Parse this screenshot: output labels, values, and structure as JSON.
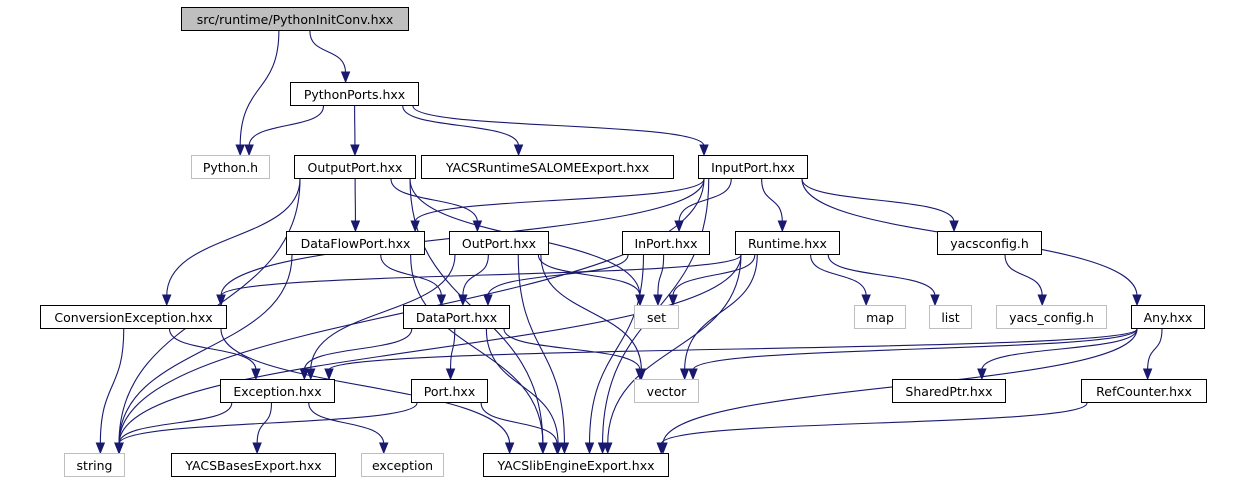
{
  "diagram": {
    "title": "src/runtime/PythonInitConv.hxx",
    "colors": {
      "edge": "#191970",
      "root_fill": "#bfbfbf",
      "node_border": "#000000",
      "external_border": "#bfbfbf"
    },
    "nodes": [
      {
        "id": "root",
        "label": "src/runtime/PythonInitConv.hxx",
        "kind": "root"
      },
      {
        "id": "pythonports",
        "label": "PythonPorts.hxx",
        "kind": "file"
      },
      {
        "id": "python_h",
        "label": "Python.h",
        "kind": "external"
      },
      {
        "id": "outputport",
        "label": "OutputPort.hxx",
        "kind": "file"
      },
      {
        "id": "yacsruntimesalome",
        "label": "YACSRuntimeSALOMEExport.hxx",
        "kind": "file"
      },
      {
        "id": "inputport",
        "label": "InputPort.hxx",
        "kind": "file"
      },
      {
        "id": "dataflowport",
        "label": "DataFlowPort.hxx",
        "kind": "file"
      },
      {
        "id": "outport",
        "label": "OutPort.hxx",
        "kind": "file"
      },
      {
        "id": "inport",
        "label": "InPort.hxx",
        "kind": "file"
      },
      {
        "id": "runtime",
        "label": "Runtime.hxx",
        "kind": "file"
      },
      {
        "id": "yacsconfig",
        "label": "yacsconfig.h",
        "kind": "file"
      },
      {
        "id": "conversionexception",
        "label": "ConversionException.hxx",
        "kind": "file"
      },
      {
        "id": "dataport",
        "label": "DataPort.hxx",
        "kind": "file"
      },
      {
        "id": "set",
        "label": "set",
        "kind": "external"
      },
      {
        "id": "map",
        "label": "map",
        "kind": "external"
      },
      {
        "id": "list",
        "label": "list",
        "kind": "external"
      },
      {
        "id": "yacs_config",
        "label": "yacs_config.h",
        "kind": "external"
      },
      {
        "id": "any",
        "label": "Any.hxx",
        "kind": "file"
      },
      {
        "id": "exception_hxx",
        "label": "Exception.hxx",
        "kind": "file"
      },
      {
        "id": "port",
        "label": "Port.hxx",
        "kind": "file"
      },
      {
        "id": "vector",
        "label": "vector",
        "kind": "external"
      },
      {
        "id": "sharedptr",
        "label": "SharedPtr.hxx",
        "kind": "file"
      },
      {
        "id": "refcounter",
        "label": "RefCounter.hxx",
        "kind": "file"
      },
      {
        "id": "string",
        "label": "string",
        "kind": "external"
      },
      {
        "id": "yacsbasesexport",
        "label": "YACSBasesExport.hxx",
        "kind": "file"
      },
      {
        "id": "exception",
        "label": "exception",
        "kind": "external"
      },
      {
        "id": "yacslibengineexport",
        "label": "YACSlibEngineExport.hxx",
        "kind": "file"
      }
    ],
    "edges": [
      [
        "root",
        "python_h"
      ],
      [
        "root",
        "pythonports"
      ],
      [
        "pythonports",
        "python_h"
      ],
      [
        "pythonports",
        "outputport"
      ],
      [
        "pythonports",
        "yacsruntimesalome"
      ],
      [
        "pythonports",
        "inputport"
      ],
      [
        "outputport",
        "dataflowport"
      ],
      [
        "outputport",
        "outport"
      ],
      [
        "outputport",
        "conversionexception"
      ],
      [
        "outputport",
        "set"
      ],
      [
        "outputport",
        "string"
      ],
      [
        "outputport",
        "yacslibengineexport"
      ],
      [
        "inputport",
        "dataflowport"
      ],
      [
        "inputport",
        "inport"
      ],
      [
        "inputport",
        "runtime"
      ],
      [
        "inputport",
        "yacsconfig"
      ],
      [
        "inputport",
        "any"
      ],
      [
        "inputport",
        "conversionexception"
      ],
      [
        "inputport",
        "string"
      ],
      [
        "inputport",
        "yacslibengineexport"
      ],
      [
        "dataflowport",
        "dataport"
      ],
      [
        "dataflowport",
        "string"
      ],
      [
        "dataflowport",
        "yacslibengineexport"
      ],
      [
        "outport",
        "dataport"
      ],
      [
        "outport",
        "exception_hxx"
      ],
      [
        "outport",
        "set"
      ],
      [
        "outport",
        "vector"
      ],
      [
        "outport",
        "yacslibengineexport"
      ],
      [
        "inport",
        "dataport"
      ],
      [
        "inport",
        "set"
      ],
      [
        "inport",
        "yacslibengineexport"
      ],
      [
        "runtime",
        "conversionexception"
      ],
      [
        "runtime",
        "set"
      ],
      [
        "runtime",
        "map"
      ],
      [
        "runtime",
        "list"
      ],
      [
        "runtime",
        "vector"
      ],
      [
        "runtime",
        "string"
      ],
      [
        "runtime",
        "yacslibengineexport"
      ],
      [
        "yacsconfig",
        "yacs_config"
      ],
      [
        "conversionexception",
        "exception_hxx"
      ],
      [
        "conversionexception",
        "string"
      ],
      [
        "conversionexception",
        "yacslibengineexport"
      ],
      [
        "dataport",
        "exception_hxx"
      ],
      [
        "dataport",
        "port"
      ],
      [
        "dataport",
        "vector"
      ],
      [
        "dataport",
        "yacslibengineexport"
      ],
      [
        "any",
        "exception_hxx"
      ],
      [
        "any",
        "vector"
      ],
      [
        "any",
        "sharedptr"
      ],
      [
        "any",
        "refcounter"
      ],
      [
        "any",
        "yacslibengineexport"
      ],
      [
        "exception_hxx",
        "string"
      ],
      [
        "exception_hxx",
        "yacsbasesexport"
      ],
      [
        "exception_hxx",
        "exception"
      ],
      [
        "port",
        "string"
      ],
      [
        "port",
        "yacslibengineexport"
      ],
      [
        "refcounter",
        "yacslibengineexport"
      ]
    ]
  }
}
